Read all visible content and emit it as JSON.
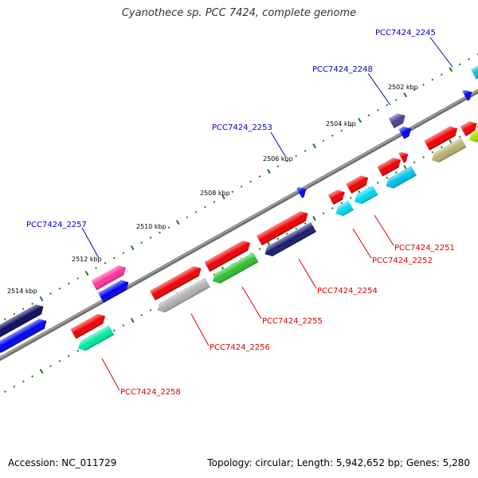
{
  "title": "Cyanothece sp. PCC 7424, complete genome",
  "footer": {
    "accession": "Accession: NC_011729",
    "topology": "Topology: circular; Length: 5,942,652 bp; Genes: 5,280"
  },
  "kbp_labels": [
    "2502 kbp",
    "2504 kbp",
    "2506 kbp",
    "2508 kbp",
    "2510 kbp",
    "2512 kbp",
    "2514 kbp"
  ],
  "gene_labels": [
    {
      "text": "PCC7424_2245",
      "strand": "forward"
    },
    {
      "text": "PCC7424_2248",
      "strand": "forward"
    },
    {
      "text": "PCC7424_2253",
      "strand": "forward"
    },
    {
      "text": "PCC7424_2257",
      "strand": "forward"
    },
    {
      "text": "PCC7424_2251",
      "strand": "reverse"
    },
    {
      "text": "PCC7424_2252",
      "strand": "reverse"
    },
    {
      "text": "PCC7424_2254",
      "strand": "reverse"
    },
    {
      "text": "PCC7424_2255",
      "strand": "reverse"
    },
    {
      "text": "PCC7424_2256",
      "strand": "reverse"
    },
    {
      "text": "PCC7424_2258",
      "strand": "reverse"
    }
  ],
  "colors": {
    "forward_label": "#0000cc",
    "reverse_label": "#dd0000",
    "backbone": "#808080",
    "ticks": "#1a7a1a"
  }
}
